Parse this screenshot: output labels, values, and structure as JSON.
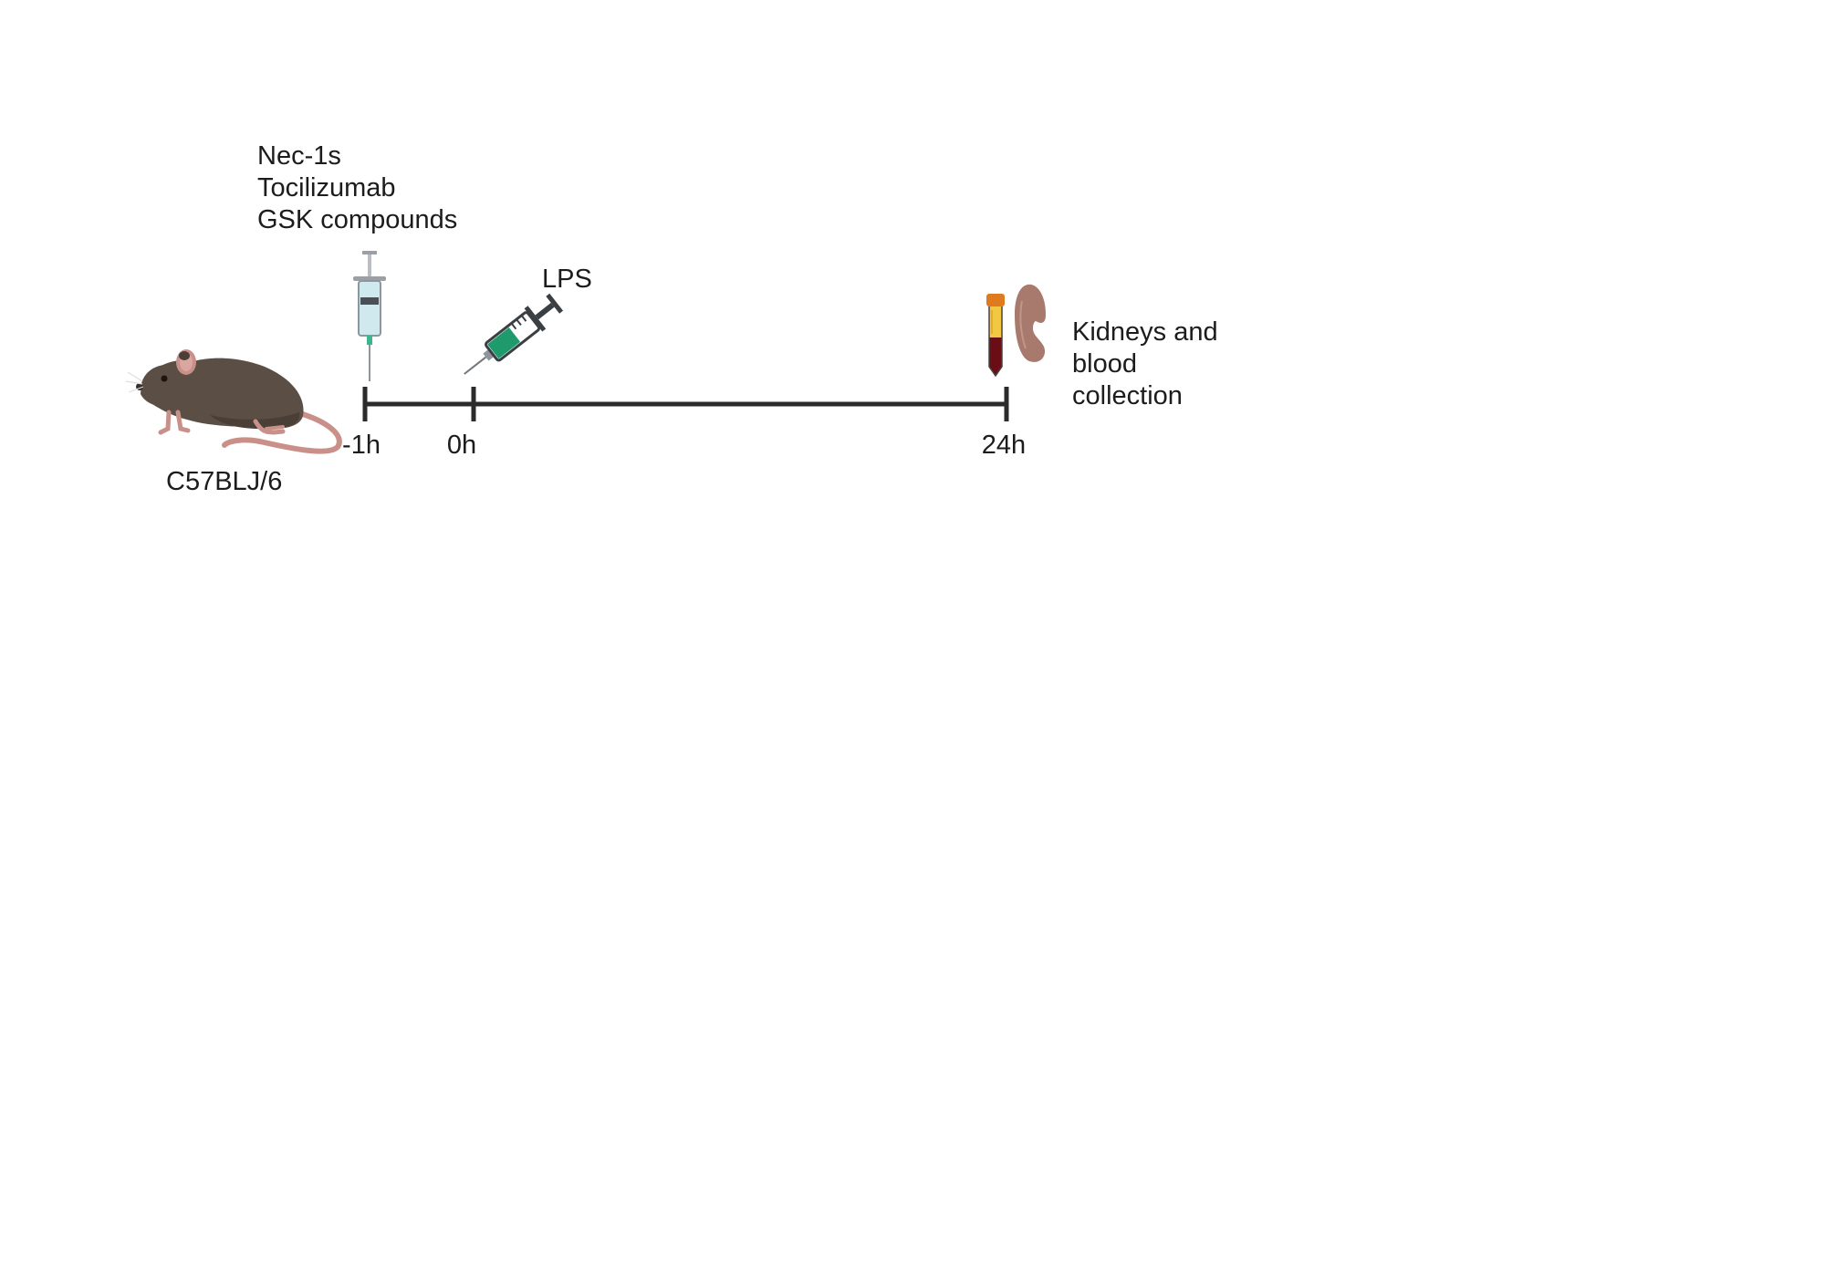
{
  "strain": "C57BLJ/6",
  "pretreatment": {
    "lines": [
      "Nec-1s",
      "Tocilizumab",
      "GSK compounds"
    ]
  },
  "challenge": {
    "label": "LPS"
  },
  "timeline": {
    "ticks": [
      "-1h",
      "0h",
      "24h"
    ]
  },
  "endpoint": {
    "lines": [
      "Kidneys and",
      "blood",
      "collection"
    ]
  },
  "colors": {
    "timeline": "#2b2b2b",
    "mouse_body": "#5b4e44",
    "mouse_tail": "#c9908a",
    "syringe_fill_clear": "#cfe9ef",
    "syringe_fill_green": "#1e9a6d",
    "needle_green": "#3bb78f",
    "tube_cap": "#e07a1f",
    "tube_plasma": "#f2c744",
    "tube_blood": "#6b0d14",
    "kidney": "#a87a6e"
  },
  "icons": [
    "mouse-icon",
    "syringe-icon",
    "syringe-icon",
    "blood-tube-icon",
    "kidney-icon"
  ]
}
